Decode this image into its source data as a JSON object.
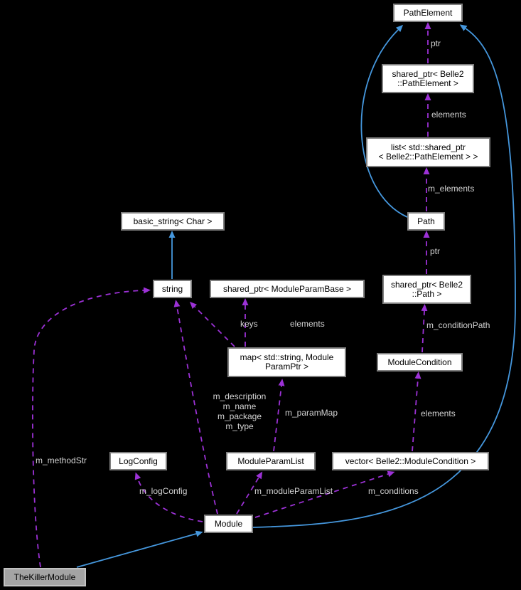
{
  "diagram": {
    "kind": "collaboration-graph",
    "colors": {
      "background": "#000000",
      "node_fill": "#ffffff",
      "node_border": "#7f7f7f",
      "highlight_node_fill": "#a4a4a4",
      "highlight_node_border": "#c2c2c2",
      "inheritance_edge": "#4597dd",
      "usage_edge": "#9c31d6",
      "edge_label_color": "#d4d4d4"
    },
    "nodes": [
      {
        "id": "path-element",
        "label": "PathElement"
      },
      {
        "id": "shared-ptr-pathelement",
        "label": "shared_ptr< Belle2\n::PathElement >"
      },
      {
        "id": "list-shared-ptr-pathelement",
        "label": "list< std::shared_ptr\n< Belle2::PathElement > >"
      },
      {
        "id": "path",
        "label": "Path"
      },
      {
        "id": "basic-string-char",
        "label": "basic_string< Char >"
      },
      {
        "id": "string",
        "label": "string"
      },
      {
        "id": "shared-ptr-moduleparambase",
        "label": "shared_ptr< ModuleParamBase >"
      },
      {
        "id": "shared-ptr-path",
        "label": "shared_ptr< Belle2\n::Path >"
      },
      {
        "id": "map-string-moduleparamptr",
        "label": "map< std::string, Module\nParamPtr >"
      },
      {
        "id": "module-condition",
        "label": "ModuleCondition"
      },
      {
        "id": "log-config",
        "label": "LogConfig"
      },
      {
        "id": "module-param-list",
        "label": "ModuleParamList"
      },
      {
        "id": "vector-module-condition",
        "label": "vector< Belle2::ModuleCondition >"
      },
      {
        "id": "module",
        "label": "Module"
      },
      {
        "id": "the-killer-module",
        "label": "TheKillerModule",
        "highlighted": true
      }
    ],
    "edges": [
      {
        "from": "string",
        "to": "basic-string-char",
        "type": "inheritance",
        "label": ""
      },
      {
        "from": "path",
        "to": "path-element",
        "type": "inheritance",
        "label": ""
      },
      {
        "from": "module",
        "to": "path-element",
        "type": "inheritance",
        "label": ""
      },
      {
        "from": "the-killer-module",
        "to": "module",
        "type": "inheritance",
        "label": ""
      },
      {
        "from": "shared-ptr-pathelement",
        "to": "path-element",
        "type": "usage",
        "label": "ptr"
      },
      {
        "from": "list-shared-ptr-pathelement",
        "to": "shared-ptr-pathelement",
        "type": "usage",
        "label": "elements"
      },
      {
        "from": "path",
        "to": "list-shared-ptr-pathelement",
        "type": "usage",
        "label": "m_elements"
      },
      {
        "from": "shared-ptr-path",
        "to": "path",
        "type": "usage",
        "label": "ptr"
      },
      {
        "from": "module-condition",
        "to": "shared-ptr-path",
        "type": "usage",
        "label": "m_conditionPath"
      },
      {
        "from": "vector-module-condition",
        "to": "module-condition",
        "type": "usage",
        "label": "elements"
      },
      {
        "from": "map-string-moduleparamptr",
        "to": "shared-ptr-moduleparambase",
        "type": "usage",
        "label": "elements"
      },
      {
        "from": "map-string-moduleparamptr",
        "to": "string",
        "type": "usage",
        "label": "keys"
      },
      {
        "from": "module-param-list",
        "to": "map-string-moduleparamptr",
        "type": "usage",
        "label": "m_paramMap"
      },
      {
        "from": "module",
        "to": "module-param-list",
        "type": "usage",
        "label": "m_moduleParamList"
      },
      {
        "from": "module",
        "to": "vector-module-condition",
        "type": "usage",
        "label": "m_conditions"
      },
      {
        "from": "module",
        "to": "log-config",
        "type": "usage",
        "label": "m_logConfig"
      },
      {
        "from": "module",
        "to": "string",
        "type": "usage",
        "label": "m_description\nm_name\nm_package\nm_type"
      },
      {
        "from": "the-killer-module",
        "to": "string",
        "type": "usage",
        "label": "m_methodStr"
      }
    ]
  }
}
